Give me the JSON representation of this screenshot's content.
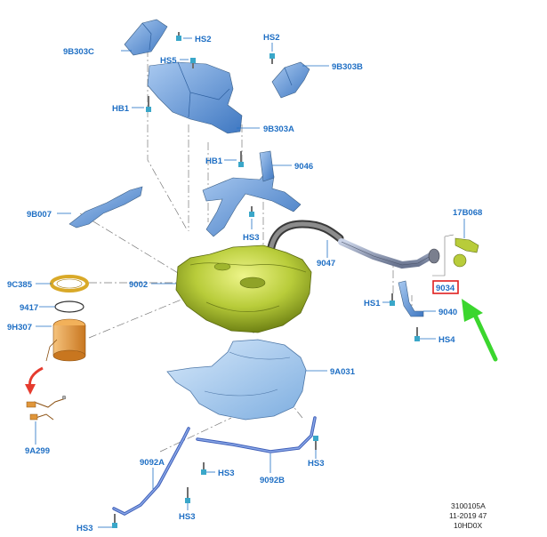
{
  "diagram": {
    "labels": {
      "l9b303c": "9B303C",
      "lhs2a": "HS2",
      "lhs5": "HS5",
      "lhs2b": "HS2",
      "l9b303b": "9B303B",
      "lhb1a": "HB1",
      "l9b303a": "9B303A",
      "lhb1b": "HB1",
      "l9046": "9046",
      "l9b007": "9B007",
      "lhs3a": "HS3",
      "l17b068": "17B068",
      "l9047": "9047",
      "l9c385": "9C385",
      "l9002": "9002",
      "l9034": "9034",
      "l9417": "9417",
      "lhs1": "HS1",
      "l9040": "9040",
      "l9h307": "9H307",
      "lhs4": "HS4",
      "l9a031": "9A031",
      "l9092a": "9092A",
      "l9a299": "9A299",
      "lhs3b": "HS3",
      "lhs3c": "HS3",
      "l9092b": "9092B",
      "lhs3d": "HS3",
      "lhs3e": "HS3"
    },
    "footer": {
      "line1": "3100105A",
      "line2": "11-2019 47",
      "line3": "10HD0X"
    },
    "colors": {
      "callout": "#1f6fc4",
      "tank": "#b8cc3a",
      "bracket": "#5e95d6",
      "shield": "#9ec4ea",
      "module": "#e0963a",
      "highlight_box": "#e02020",
      "arrow": "#3bd62e",
      "curve_arrow": "#e53b2e"
    }
  }
}
